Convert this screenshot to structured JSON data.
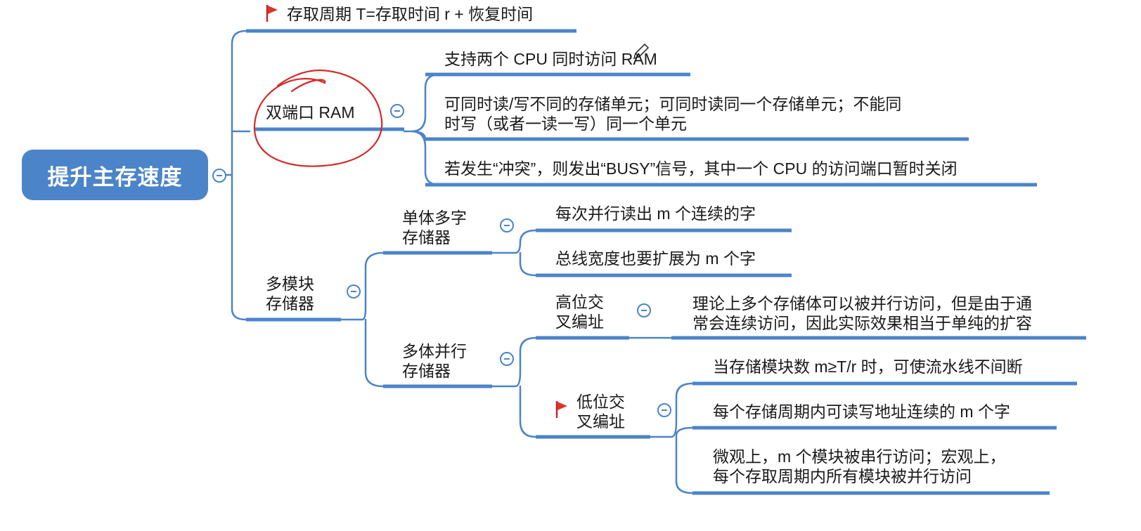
{
  "root": {
    "label": "提升主存速度"
  },
  "nodes": {
    "cycle": "存取周期 T=存取时间 r + 恢复时间",
    "dual_port": {
      "label": "双端口 RAM",
      "children": [
        "支持两个 CPU 同时访问 RAM",
        "可同时读/写不同的存储单元；可同时读同一个存储单元；不能同",
        "时写（或者一读一写）同一个单元",
        "若发生“冲突”，则发出“BUSY”信号，其中一个 CPU 的访问端口暂时关闭"
      ]
    },
    "multi_module": {
      "label_line1": "多模块",
      "label_line2": "存储器",
      "single": {
        "label_line1": "单体多字",
        "label_line2": "存储器",
        "children": [
          "每次并行读出 m 个连续的字",
          "总线宽度也要扩展为 m 个字"
        ]
      },
      "parallel": {
        "label_line1": "多体并行",
        "label_line2": "存储器",
        "high": {
          "label_line1": "高位交",
          "label_line2": "叉编址",
          "desc_line1": "理论上多个存储体可以被并行访问，但是由于通",
          "desc_line2": "常会连续访问，因此实际效果相当于单纯的扩容"
        },
        "low": {
          "label_line1": "低位交",
          "label_line2": "叉编址",
          "children": [
            "当存储模块数 m≥T/r 时，可使流水线不间断",
            "每个存储周期内可读写地址连续的 m 个字",
            "微观上，m 个模块被串行访问；宏观上，",
            "每个存取周期内所有模块被并行访问"
          ]
        }
      }
    }
  },
  "icons": {
    "flag": "flag-icon",
    "collapse": "collapse-icon",
    "pencil": "pencil-cursor-icon"
  },
  "colors": {
    "root_fill": "#4b84c9",
    "line": "#4b84c9",
    "flag": "#e0332c",
    "annotation": "#d42a2a"
  }
}
